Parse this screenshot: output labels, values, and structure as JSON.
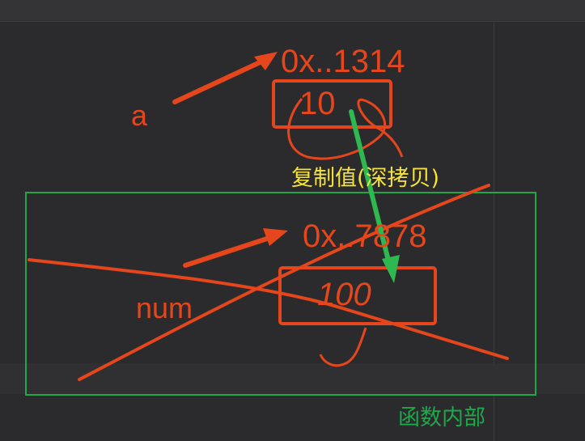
{
  "diagram": {
    "variable_a": {
      "label": "a",
      "address": "0x..1314",
      "value": "10"
    },
    "variable_num": {
      "label": "num",
      "address": "0x..7878",
      "value": "100"
    },
    "copy_label": "复制值(深拷贝)",
    "scope_label": "函数内部"
  },
  "colors": {
    "background": "#2b2b2d",
    "ink_red": "#e5461c",
    "arrow_green": "#2fb84f",
    "scope_box": "#1fa84a",
    "copy_text": "#f5e23a"
  }
}
